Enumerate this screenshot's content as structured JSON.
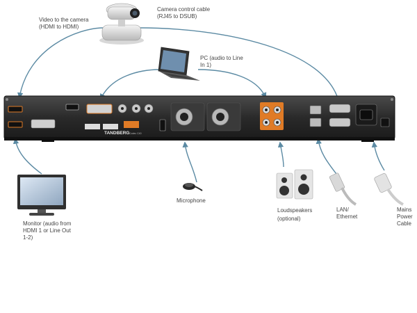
{
  "labels": {
    "video_camera": [
      "Video to the camera",
      "(HDMI to HDMI)"
    ],
    "camera_control": [
      "Camera control cable",
      "(RJ45 to DSUB)"
    ],
    "pc": [
      "PC (audio to Line",
      "In 1)"
    ],
    "monitor": [
      "Monitor (audio from",
      "HDMI 1 or Line Out",
      "1-2)"
    ],
    "microphone": "Microphone",
    "loudspeakers": [
      "Loudspeakers",
      "(optional)"
    ],
    "lan": [
      "LAN/",
      "Ethernet"
    ],
    "mains": [
      "Mains",
      "Power",
      "Cable"
    ]
  },
  "panel": {
    "brand": "TANDBERG",
    "model": "Codec C40"
  },
  "colors": {
    "cable": "#5b8aa3",
    "panel": "#2b2b2b",
    "accent": "#e07b26"
  }
}
